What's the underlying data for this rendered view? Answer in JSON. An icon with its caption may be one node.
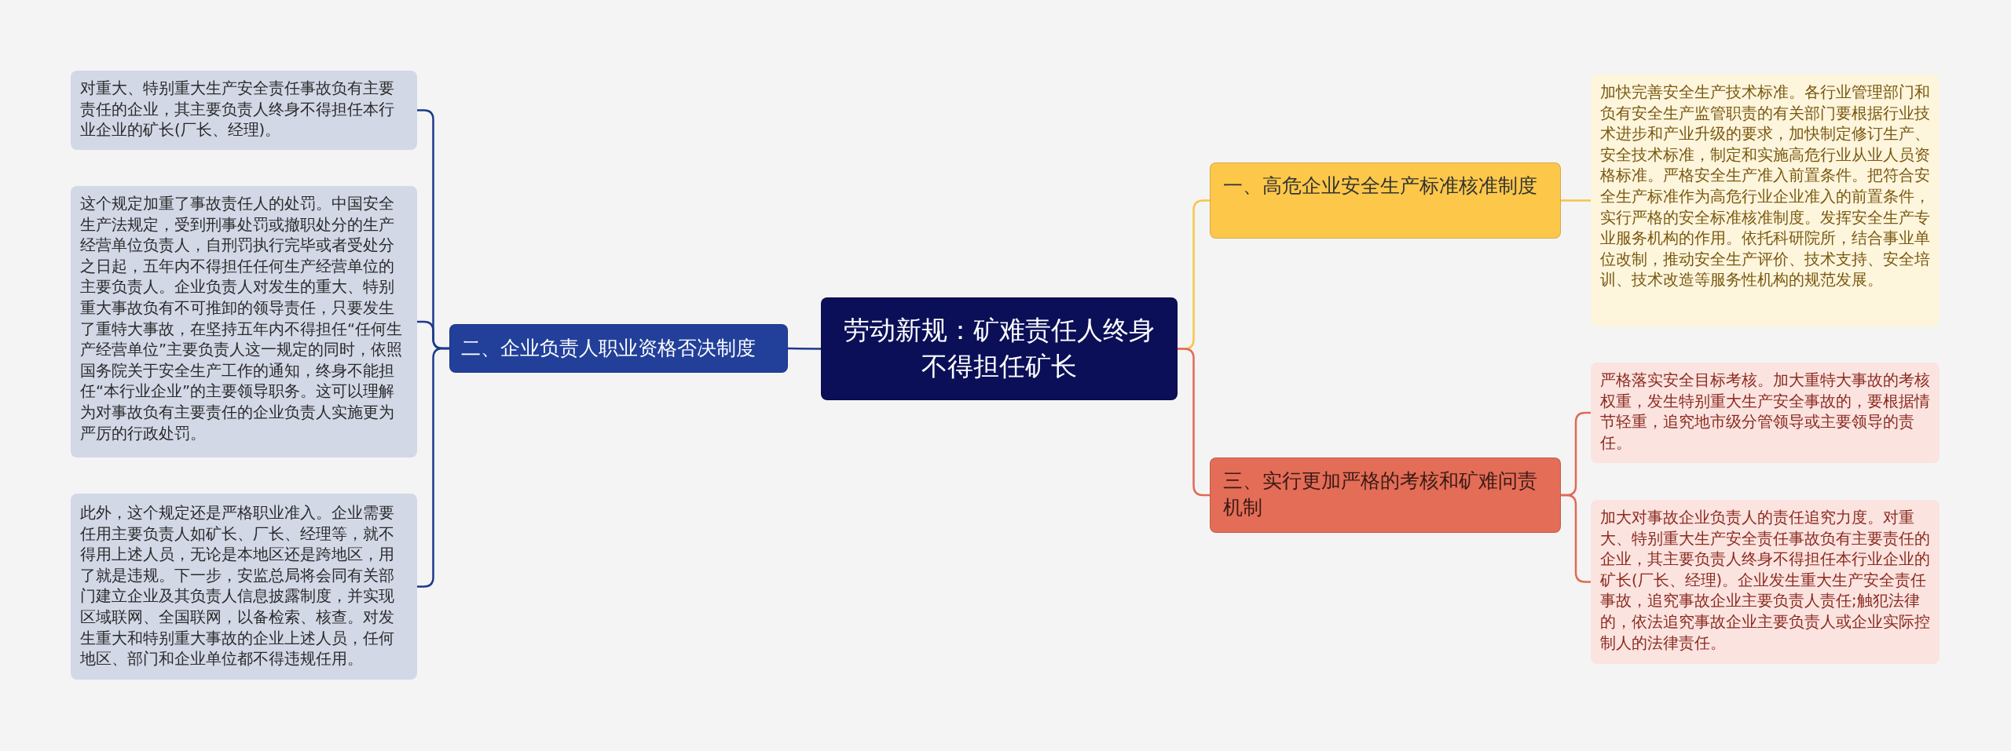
{
  "diagram": {
    "nodes": [
      {
        "text": [
          "劳动新规：矿难责任人终身不得担任矿长"
        ]
      },
      {
        "text": [
          "一、高危企业安全生产标准核准制度"
        ]
      },
      {
        "text": [
          "加快完善安全生产技术标准。各行业管理部门和负有安全生产监管职责的有关部门要根据行业技术进步和产业升级的要求，加快制定修订生产、安全技术标准，制定和实施高危行业从业人员资格标准。严格安全生产准入前置条件。把符合安全生产标准作为高危行业企业准入的前置条件，实行严格的安全标准核准制度。发挥安全生产专业服务机构的作用。依托科研院所，结合事业单位改制，推动安全生产评价、技术支持、安全培训、技术改造等服务性机构的规范发展。"
        ]
      },
      {
        "text": [
          "二、企业负责人职业资格否决制度"
        ]
      },
      {
        "text": [
          "对重大、特别重大生产安全责任事故负有主要责任的企业，其主要负责人终身不得担任本行业企业的矿长(厂长、经理)。"
        ]
      },
      {
        "text": [
          "这个规定加重了事故责任人的处罚。中国安全生产法规定，受到刑事处罚或撤职处分的生产经营单位负责人，自刑罚执行完毕或者受处分之日起，五年内不得担任任何生产经营单位的主要负责人。企业负责人对发生的重大、特别重大事故负有不可推卸的领导责任，只要发生了重特大事故，在坚持五年内不得担任“任何生产经营单位”主要负责人这一规定的同时，依照国务院关于安全生产工作的通知，终身不能担任“本行业企业”的主要领导职务。这可以理解为对事故负有主要责任的企业负责人实施更为严厉的行政处罚。"
        ]
      },
      {
        "text": [
          "此外，这个规定还是严格职业准入。企业需要任用主要负责人如矿长、厂长、经理等，就不得用上述人员，无论是本地区还是跨地区，用了就是违规。下一步，安监总局将会同有关部门建立企业及其负责人信息披露制度，并实现区域联网、全国联网，以备检索、核查。对发生重大和特别重大事故的企业上述人员，任何地区、部门和企业单位都不得违规任用。"
        ]
      },
      {
        "text": [
          "三、实行更加严格的考核和矿难问责机制"
        ]
      },
      {
        "text": [
          "严格落实安全目标考核。加大重特大事故的考核权重，发生特别重大生产安全事故的，要根据情节轻重，追究地市级分管领导或主要领导的责任。"
        ]
      },
      {
        "text": [
          "加大对事故企业负责人的责任追究力度。对重大、特别重大生产安全责任事故负有主要责任的企业，其主要负责人终身不得担任本行业企业的矿长(厂长、经理)。企业发生重大生产安全责任事故，追究事故企业主要负责人责任;触犯法律的，依法追究事故企业主要负责人或企业实际控制人的法律责任。"
        ]
      }
    ],
    "edges": [
      {
        "from": 0,
        "to": 1,
        "arrow": "none",
        "color": "#f7c548"
      },
      {
        "from": 1,
        "to": 2,
        "arrow": "none",
        "color": "#f7c548"
      },
      {
        "from": 0,
        "to": 3,
        "arrow": "none",
        "color": "#1d3a8c"
      },
      {
        "from": 3,
        "to": 4,
        "arrow": "none",
        "color": "#1d3a8c"
      },
      {
        "from": 3,
        "to": 5,
        "arrow": "none",
        "color": "#1d3a8c"
      },
      {
        "from": 3,
        "to": 6,
        "arrow": "none",
        "color": "#1d3a8c"
      },
      {
        "from": 0,
        "to": 7,
        "arrow": "none",
        "color": "#e06a55"
      },
      {
        "from": 7,
        "to": 8,
        "arrow": "none",
        "color": "#e06a55"
      },
      {
        "from": 7,
        "to": 9,
        "arrow": "none",
        "color": "#e06a55"
      }
    ]
  }
}
